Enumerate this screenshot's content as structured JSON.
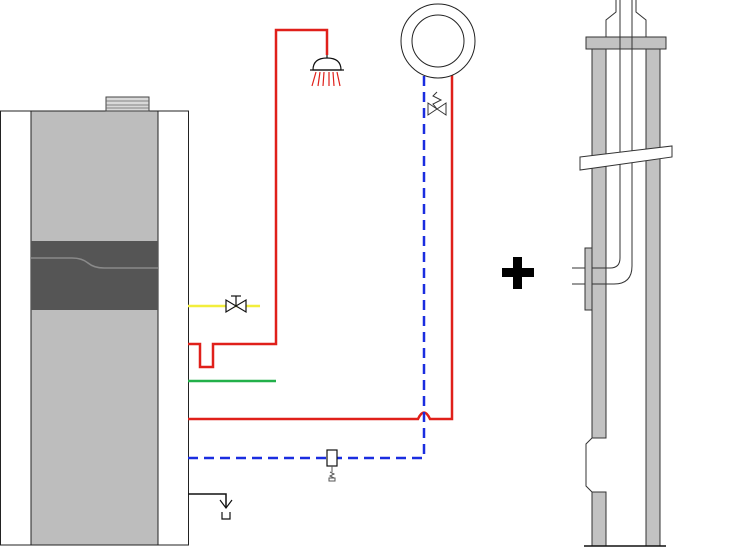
{
  "colors": {
    "background": "#ffffff",
    "unit_outer": "#ffffff",
    "unit_core": "#bdbdbd",
    "unit_band": "#555555",
    "outline": "#222222",
    "gas_line": "#f2ee3c",
    "heating_flow": "#e0201a",
    "heating_return": "#1a2de0",
    "condensate_line": "#22b04a",
    "drain_line": "#111111",
    "flue_grey": "#c2c2c2",
    "plus_sign": "#000000"
  },
  "components": {
    "boiler": "boiler-unit",
    "gas_valve": "gas-valve",
    "shower": "shower-head",
    "radiator": "radiator-circle",
    "return_valve": "return-valve",
    "safety_valve": "safety-valve",
    "drain": "drain-funnel",
    "combiner": "plus-icon",
    "flue": "flue-system"
  }
}
